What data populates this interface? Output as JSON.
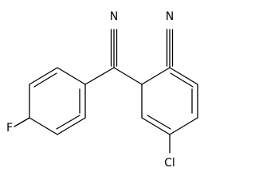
{
  "molecule": {
    "atoms": {
      "n_top": "N",
      "n_right": "N",
      "fluorine": "F",
      "chlorine": "Cl"
    },
    "colors": {
      "bond": "#000000",
      "label": "#000000",
      "background": "#ffffff"
    }
  }
}
